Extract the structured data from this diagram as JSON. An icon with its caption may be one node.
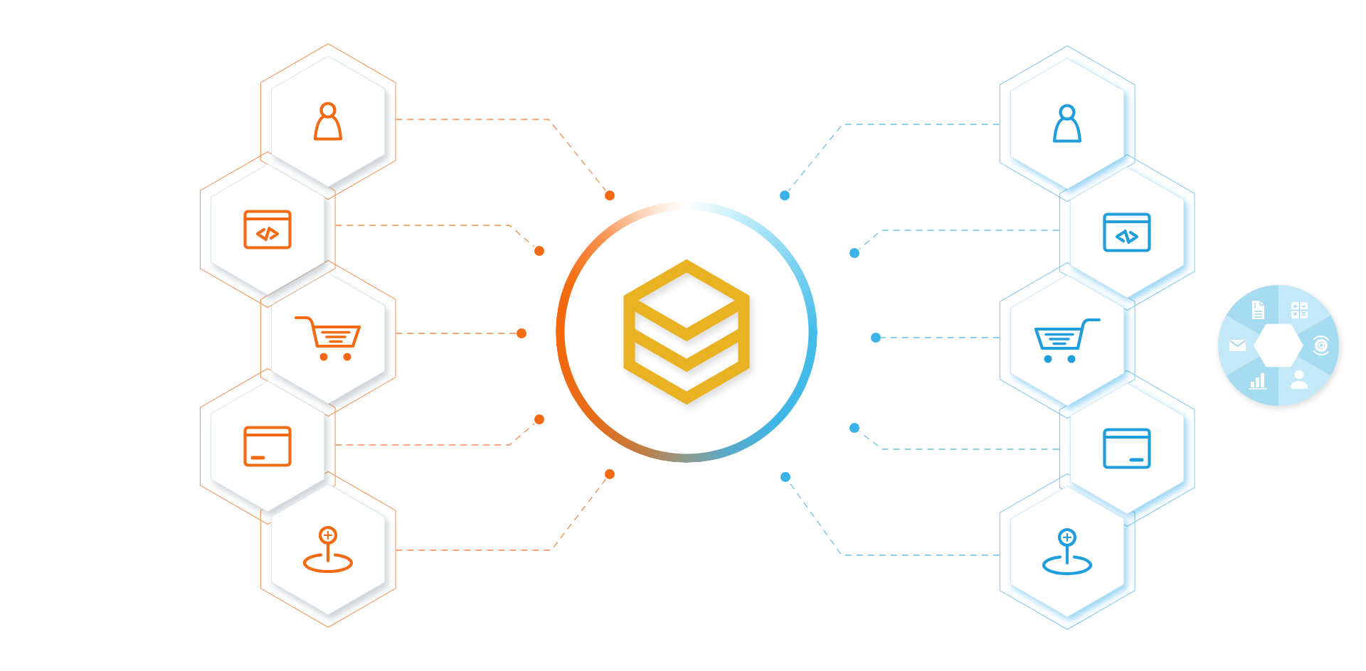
{
  "diagram": {
    "nodes": [
      {
        "text": [],
        "shape": "hexagon"
      },
      {
        "text": [],
        "shape": "hexagon"
      },
      {
        "text": [],
        "shape": "hexagon"
      },
      {
        "text": [],
        "shape": "hexagon"
      },
      {
        "text": [],
        "shape": "hexagon"
      },
      {
        "text": [],
        "shape": "dot"
      },
      {
        "text": [],
        "shape": "dot"
      },
      {
        "text": [],
        "shape": "dot"
      },
      {
        "text": [],
        "shape": "dot"
      },
      {
        "text": [],
        "shape": "dot"
      },
      {
        "text": [],
        "shape": "circle"
      },
      {
        "text": [],
        "shape": "dot"
      },
      {
        "text": [],
        "shape": "dot"
      },
      {
        "text": [],
        "shape": "dot"
      },
      {
        "text": [],
        "shape": "dot"
      },
      {
        "text": [],
        "shape": "dot"
      },
      {
        "text": [],
        "shape": "hexagon"
      },
      {
        "text": [],
        "shape": "hexagon"
      },
      {
        "text": [],
        "shape": "hexagon"
      },
      {
        "text": [],
        "shape": "hexagon"
      },
      {
        "text": [],
        "shape": "hexagon"
      }
    ],
    "edges": [
      {
        "from": 0,
        "to": 5,
        "arrow": "none",
        "style": "dashed",
        "color": "#f4894a"
      },
      {
        "from": 1,
        "to": 6,
        "arrow": "none",
        "style": "dashed",
        "color": "#f4894a"
      },
      {
        "from": 2,
        "to": 7,
        "arrow": "none",
        "style": "dashed",
        "color": "#f4894a"
      },
      {
        "from": 3,
        "to": 8,
        "arrow": "none",
        "style": "dashed",
        "color": "#f4894a"
      },
      {
        "from": 4,
        "to": 9,
        "arrow": "none",
        "style": "dashed",
        "color": "#f4894a"
      },
      {
        "from": 16,
        "to": 11,
        "arrow": "none",
        "style": "dashed",
        "color": "#6cc3e9"
      },
      {
        "from": 17,
        "to": 12,
        "arrow": "none",
        "style": "dashed",
        "color": "#6cc3e9"
      },
      {
        "from": 18,
        "to": 13,
        "arrow": "none",
        "style": "dashed",
        "color": "#6cc3e9"
      },
      {
        "from": 19,
        "to": 14,
        "arrow": "none",
        "style": "dashed",
        "color": "#6cc3e9"
      },
      {
        "from": 20,
        "to": 15,
        "arrow": "none",
        "style": "dashed",
        "color": "#6cc3e9"
      }
    ]
  }
}
